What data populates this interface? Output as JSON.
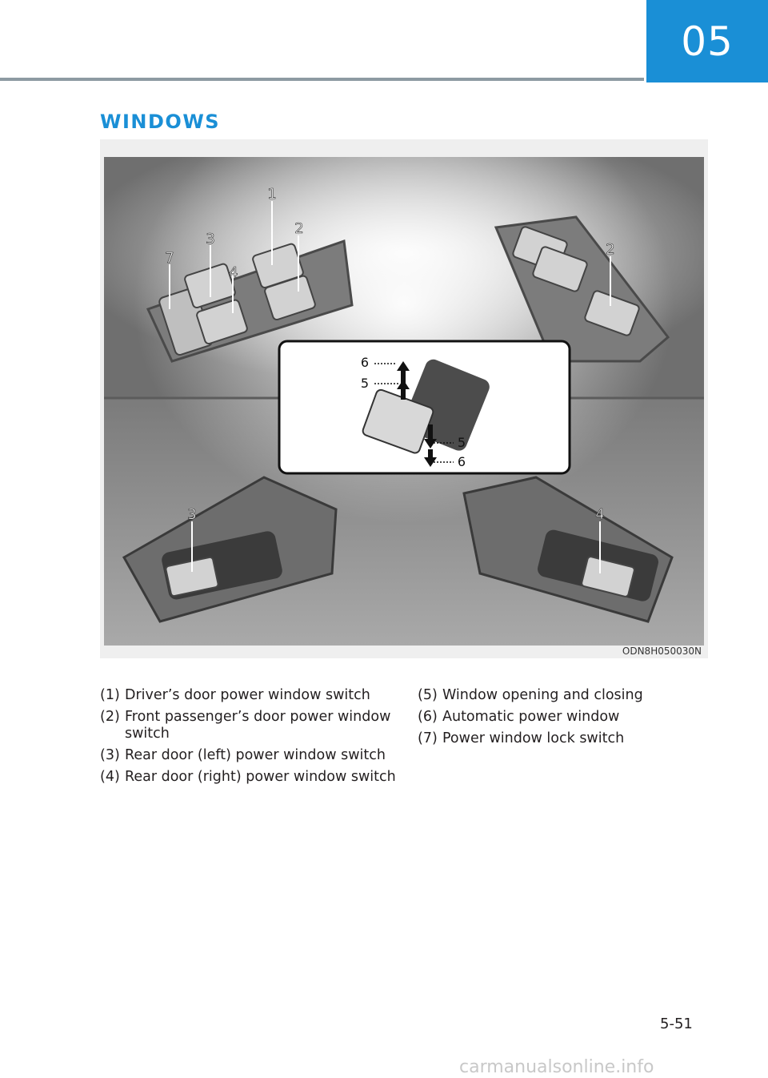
{
  "header": {
    "chapter": "05"
  },
  "section": {
    "title": "WINDOWS"
  },
  "figure": {
    "code": "ODN8H050030N",
    "callouts": [
      "1",
      "2",
      "3",
      "4",
      "7",
      "2",
      "6",
      "5",
      "5",
      "6",
      "3",
      "4"
    ]
  },
  "legend": {
    "left": [
      {
        "num": "(1)",
        "text": "Driver’s door power window switch"
      },
      {
        "num": "(2)",
        "text": "Front passenger’s door power window switch"
      },
      {
        "num": "(3)",
        "text": "Rear door (left) power window switch"
      },
      {
        "num": "(4)",
        "text": "Rear door (right) power window switch"
      }
    ],
    "right": [
      {
        "num": "(5)",
        "text": "Window opening and closing"
      },
      {
        "num": "(6)",
        "text": "Automatic power window"
      },
      {
        "num": "(7)",
        "text": "Power window lock switch"
      }
    ]
  },
  "footer": {
    "page": "5-51",
    "watermark": "carmanualsonline.info"
  }
}
